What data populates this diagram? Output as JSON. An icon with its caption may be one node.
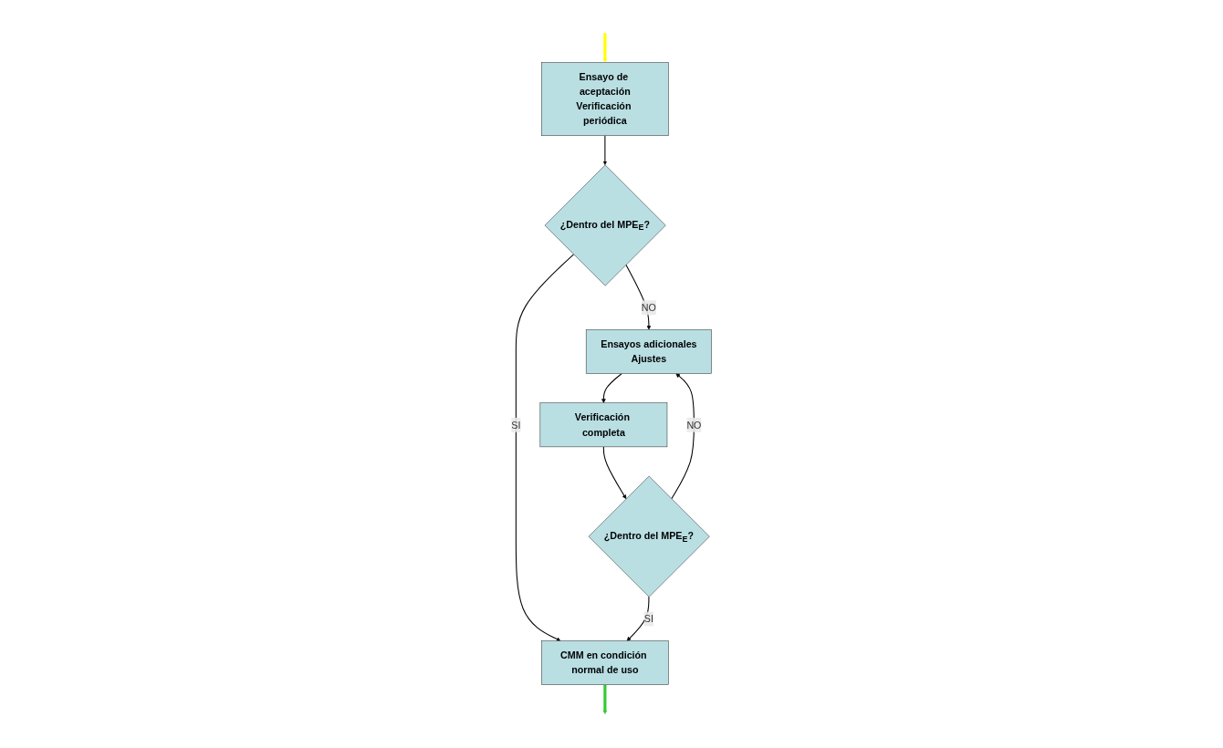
{
  "diagram": {
    "nodes": [
      {
        "text": [
          "Ensayo de aceptación",
          "Verificación periódica"
        ]
      },
      {
        "text": [
          "¿Dentro del MPE$_{E}$?"
        ]
      },
      {
        "text": [
          "CMM en condición normal de uso"
        ]
      },
      {
        "text": [
          "Ensayos adicionales",
          "Ajustes"
        ]
      },
      {
        "text": [
          "Verificación completa"
        ]
      },
      {
        "text": [
          "¿Dentro del MPE$_{E}$?"
        ]
      }
    ],
    "edges": [
      {
        "from": null,
        "to": 0,
        "arrow": "to",
        "style": "thick",
        "color": "#ffff00"
      },
      {
        "from": 0,
        "to": 1,
        "arrow": "to"
      },
      {
        "from": 1,
        "to": 2,
        "arrow": "to",
        "label": "SI"
      },
      {
        "from": 1,
        "to": 3,
        "arrow": "to",
        "label": "NO"
      },
      {
        "from": 3,
        "to": 4,
        "arrow": "to"
      },
      {
        "from": 4,
        "to": 5,
        "arrow": "to"
      },
      {
        "from": 5,
        "to": 3,
        "arrow": "to",
        "label": "NO"
      },
      {
        "from": 5,
        "to": 2,
        "arrow": "to",
        "label": "SI"
      },
      {
        "from": 2,
        "to": null,
        "arrow": "to",
        "style": "thick",
        "color": "#33cc33"
      }
    ]
  }
}
